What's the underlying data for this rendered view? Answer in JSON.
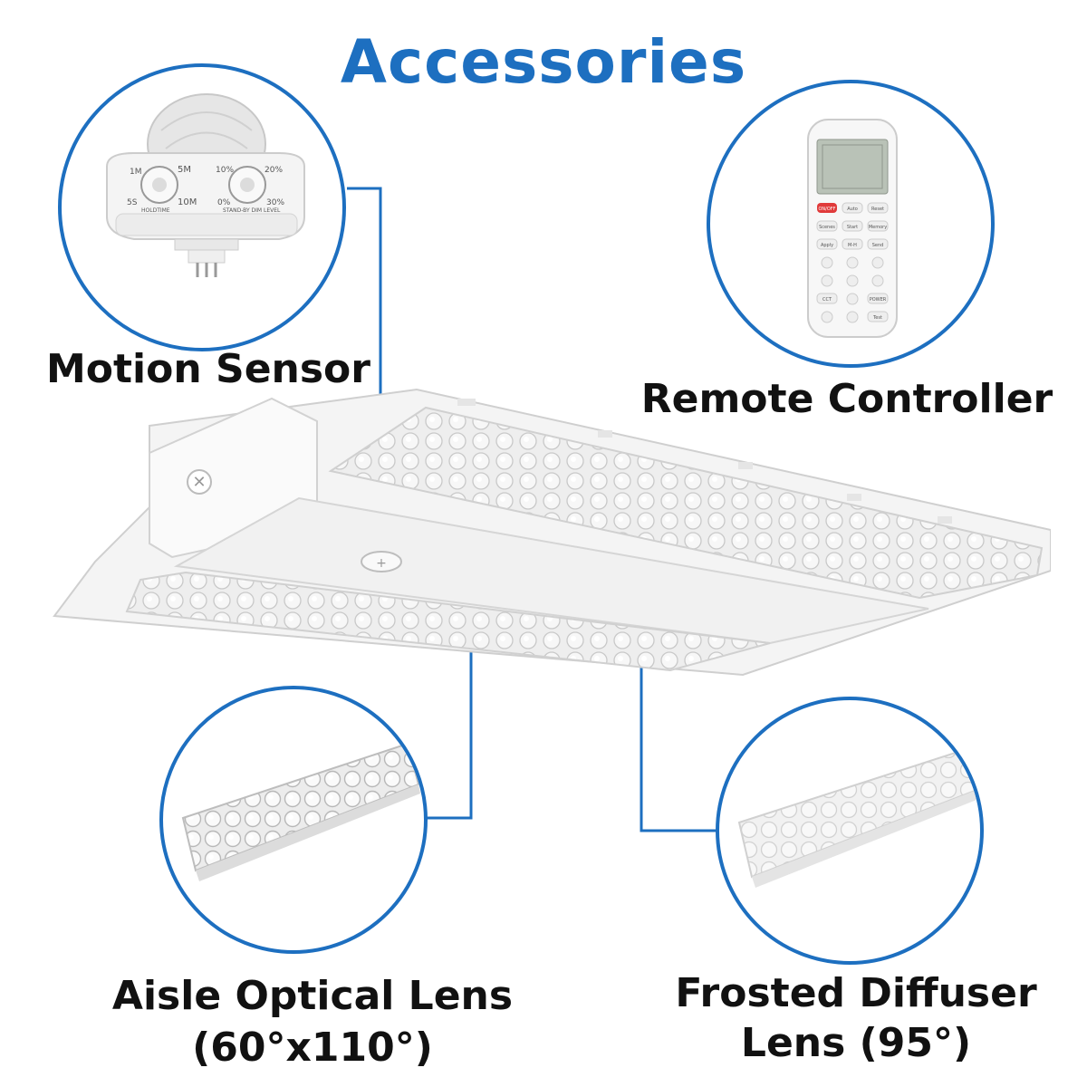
{
  "page": {
    "title": "Accessories",
    "accent_color": "#1d6fc0"
  },
  "accessories": [
    {
      "label": "Motion Sensor",
      "icon": "motion-sensor-icon",
      "dials": {
        "holdtime_caption": "HOLDTIME",
        "standby_caption": "STAND-BY DIM LEVEL",
        "holdtime_marks": [
          "1M",
          "5M",
          "5S",
          "10M"
        ],
        "standby_marks": [
          "10%",
          "20%",
          "0%",
          "30%"
        ]
      }
    },
    {
      "label": "Remote Controller",
      "icon": "remote-controller-icon",
      "buttons": [
        "ON/OFF",
        "Auto",
        "Reset",
        "Scenes",
        "Start",
        "Memory",
        "Apply",
        "M-H",
        "Send",
        "CCT",
        "POWER",
        "Test"
      ]
    },
    {
      "label_line1": "Aisle Optical Lens",
      "label_line2": "(60°x110°)",
      "icon": "aisle-lens-icon"
    },
    {
      "label_line1": "Frosted Diffuser",
      "label_line2": "Lens (95°)",
      "icon": "frosted-lens-icon"
    }
  ],
  "product": {
    "icon": "linear-high-bay-fixture-icon"
  }
}
